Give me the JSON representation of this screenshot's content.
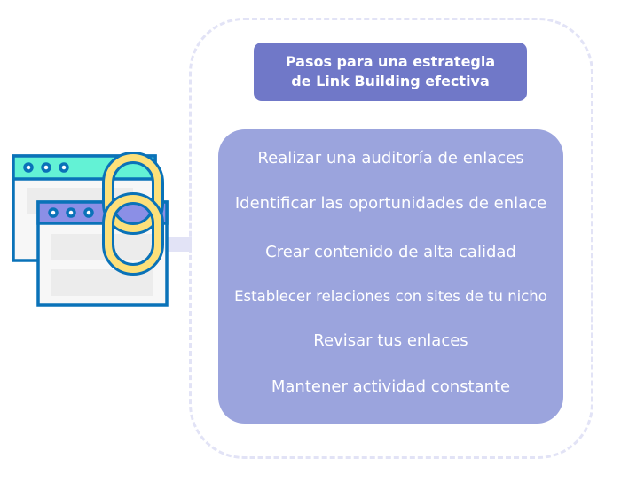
{
  "title": {
    "line1": "Pasos para una estrategia",
    "line2": "de Link Building efectiva"
  },
  "steps": [
    "Realizar una auditoría de enlaces",
    "Identificar las oportunidades de enlace",
    "Crear contenido de alta calidad",
    "Establecer relaciones con sites de tu nicho",
    "Revisar tus enlaces",
    "Mantener actividad constante"
  ],
  "colors": {
    "title_bg": "#7078c8",
    "list_bg": "#9ba4dd",
    "frame": "#e2e3f6"
  }
}
